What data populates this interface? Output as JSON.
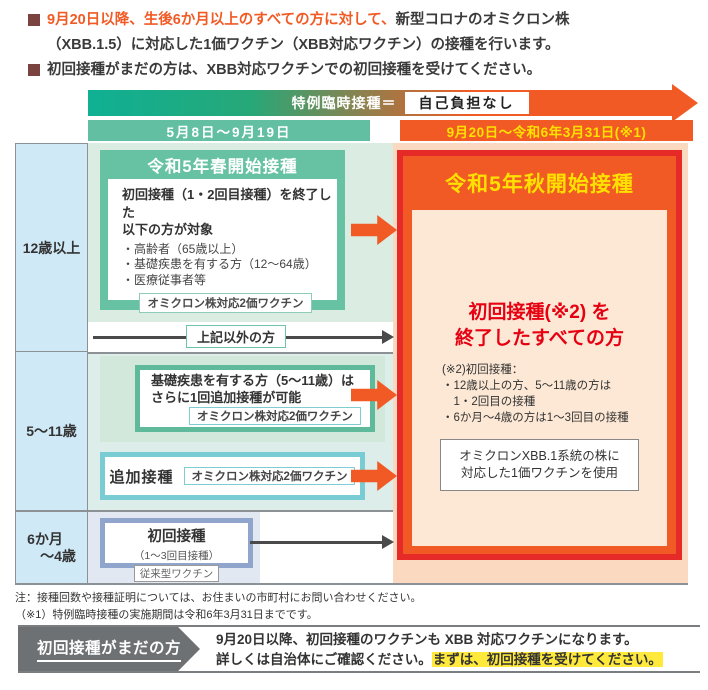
{
  "colors": {
    "accent_orange": "#f15a24",
    "banner_teal": "#10b092",
    "spring_green": "#66c2a3",
    "period_green": "#63bfa1",
    "red_border": "#e62a28",
    "red_text": "#e60012",
    "yellow_text": "#ffe100",
    "highlight_yellow": "#ffe93c",
    "age_column_blue": "#cfe9f6",
    "right_column_peach": "#fad9c0",
    "booster_cyan": "#79ccd4",
    "primary_periwinkle": "#90a5cb",
    "bottom_gray": "#6e7174"
  },
  "intro": {
    "item1_em": "9月20日以降、生後6か月以上のすべての方に対して、",
    "item1_rest": "新型コロナのオミクロン株",
    "item1_line2": "（XBB.1.5）に対応した1価ワクチン（XBB対応ワクチン）の接種を行います。",
    "item2": "初回接種がまだの方は、XBB対応ワクチンでの初回接種を受けてください。"
  },
  "banner": {
    "label": "特例臨時接種＝",
    "badge": "自己負担なし"
  },
  "periods": {
    "left": "5月8日～9月19日",
    "right": "9月20日～令和6年3月31日(※1)"
  },
  "ages": {
    "row1": "12歳以上",
    "row2": "5～11歳",
    "row3_line1": "6か月",
    "row3_line2": "～4歳"
  },
  "spring": {
    "title": "令和5年春開始接種",
    "lead1": "初回接種（1・2回目接種）を終了した",
    "lead2": "以下の方が対象",
    "bullet1": "・高齢者（65歳以上）",
    "bullet2": "・基礎疾患を有する方（12～64歳）",
    "bullet3": "・医療従事者等",
    "vaccine": "オミクロン株対応2価ワクチン"
  },
  "other": {
    "label": "上記以外の方"
  },
  "chronic": {
    "line1": "基礎疾患を有する方（5～11歳）は",
    "line2": "さらに1回追加接種が可能",
    "vaccine": "オミクロン株対応2価ワクチン"
  },
  "booster": {
    "title": "追加接種",
    "vaccine": "オミクロン株対応2価ワクチン"
  },
  "primary": {
    "title": "初回接種",
    "sub": "（1～3回目接種）",
    "vaccine": "従来型ワクチン"
  },
  "autumn": {
    "title": "令和5年秋開始接種",
    "main1": "初回接種(※2) を",
    "main2": "終了したすべての方",
    "note_head": "(※2)初回接種：",
    "note1": "・12歳以上の方、5～11歳の方は",
    "note2": "　1・2回目の接種",
    "note3": "・6か月～4歳の方は1～3回目の接種",
    "box_line1": "オミクロンXBB.1系統の株に",
    "box_line2": "対応した1価ワクチンを使用"
  },
  "footnotes": {
    "note": "注：接種回数や接種証明については、お住まいの市町村にお問い合わせください。",
    "ref1": "（※1）特例臨時接種の実施期間は令和6年3月31日までです。"
  },
  "bottom": {
    "label": "初回接種がまだの方",
    "line1": "9月20日以降、初回接種のワクチンも XBB 対応ワクチンになります。",
    "line2_pre": "詳しくは自治体にご確認ください。",
    "line2_hl": "まずは、初回接種を受けてください。"
  }
}
